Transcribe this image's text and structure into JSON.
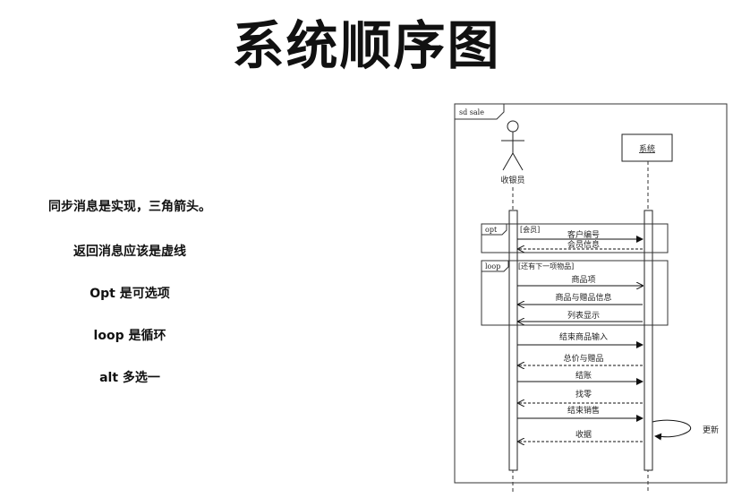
{
  "title": "系统顺序图",
  "notes": [
    "同步消息是实现，三角箭头。",
    "返回消息应该是虚线",
    "Opt 是可选项",
    "loop 是循环",
    "alt 多选一"
  ],
  "diagram": {
    "frame_label": "sd sale",
    "actor_label": "收银员",
    "system_label": "系统",
    "opt": {
      "label": "opt",
      "guard": "[会员]"
    },
    "loop": {
      "label": "loop",
      "guard": "[还有下一项物品]"
    },
    "messages": [
      {
        "text": "客户编号",
        "kind": "sync"
      },
      {
        "text": "会员信息",
        "kind": "return"
      },
      {
        "text": "商品项",
        "kind": "sync"
      },
      {
        "text": "商品与赠品信息",
        "kind": "return"
      },
      {
        "text": "列表显示",
        "kind": "return"
      },
      {
        "text": "结束商品输入",
        "kind": "sync"
      },
      {
        "text": "总价与赠品",
        "kind": "return"
      },
      {
        "text": "结账",
        "kind": "sync"
      },
      {
        "text": "找零",
        "kind": "return"
      },
      {
        "text": "结束销售",
        "kind": "sync"
      },
      {
        "text": "收据",
        "kind": "return"
      }
    ],
    "self_message": "更新"
  }
}
